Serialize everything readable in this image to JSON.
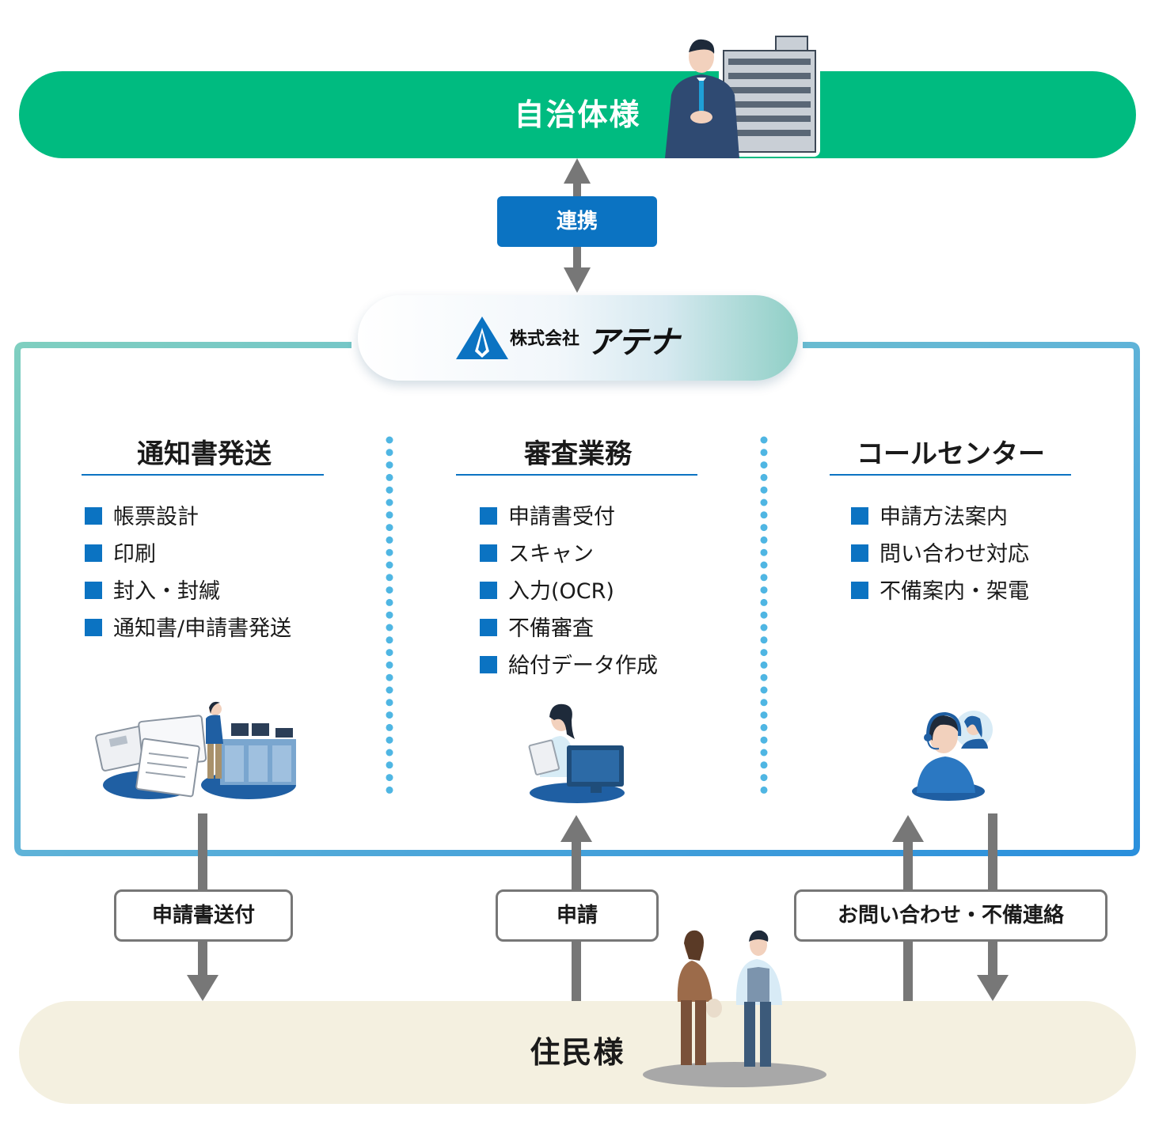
{
  "top": {
    "label": "自治体様"
  },
  "link": {
    "label": "連携"
  },
  "company": {
    "prefix": "株式会社",
    "name": "アテナ"
  },
  "columns": [
    {
      "title": "通知書発送",
      "items": [
        "帳票設計",
        "印刷",
        "封入・封緘",
        "通知書/申請書発送"
      ]
    },
    {
      "title": "審査業務",
      "items": [
        "申請書受付",
        "スキャン",
        "入力(OCR)",
        "不備審査",
        "給付データ作成"
      ]
    },
    {
      "title": "コールセンター",
      "items": [
        "申請方法案内",
        "問い合わせ対応",
        "不備案内・架電"
      ]
    }
  ],
  "flows": {
    "send": "申請書送付",
    "apply": "申請",
    "inquiry": "お問い合わせ・不備連絡"
  },
  "bottom": {
    "label": "住民様"
  },
  "colors": {
    "green": "#00bb80",
    "blue": "#0b73c2",
    "arrow": "#777777",
    "beige": "#f4f0e0"
  },
  "icons": [
    "official-building-illustration",
    "athena-logo-icon",
    "printing-worker-illustration",
    "operator-desk-illustration",
    "call-center-illustration",
    "residents-illustration"
  ]
}
